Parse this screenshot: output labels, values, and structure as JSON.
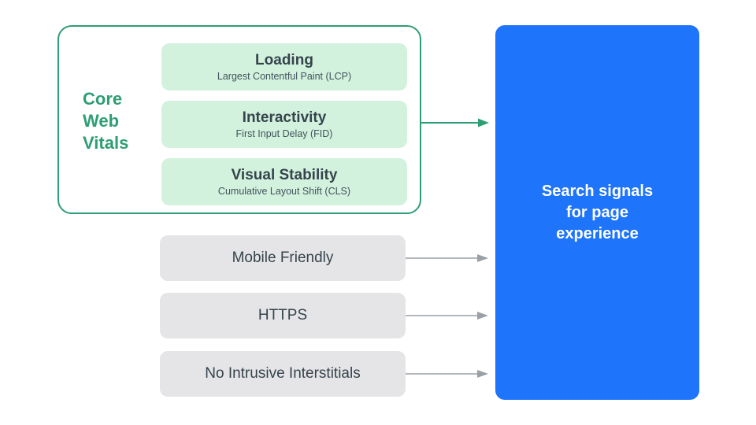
{
  "diagram": {
    "title": "Search signals for page experience",
    "colors": {
      "accent_green": "#2E9E74",
      "mint_fill": "#D3F2DE",
      "gray_fill": "#E5E5E7",
      "blue_fill": "#1E74FA",
      "arrow_gray": "#9AA0A6",
      "text_dark": "#35444C",
      "background": "#FFFFFF"
    },
    "core_web_vitals": {
      "group_label_lines": [
        "Core",
        "Web",
        "Vitals"
      ],
      "metrics": [
        {
          "title": "Loading",
          "subtitle": "Largest Contentful Paint (LCP)",
          "abbreviation": "LCP"
        },
        {
          "title": "Interactivity",
          "subtitle": "First Input Delay (FID)",
          "abbreviation": "FID"
        },
        {
          "title": "Visual Stability",
          "subtitle": "Cumulative Layout Shift (CLS)",
          "abbreviation": "CLS"
        }
      ]
    },
    "other_signals": [
      {
        "label": "Mobile Friendly"
      },
      {
        "label": "HTTPS"
      },
      {
        "label": "No Intrusive Interstitials"
      }
    ],
    "outcome": {
      "lines": [
        "Search signals",
        "for page",
        "experience"
      ]
    },
    "connectors": [
      {
        "name": "core-web-vitals-arrow",
        "color": "#2E9E74"
      },
      {
        "name": "mobile-friendly-arrow",
        "color": "#9AA0A6"
      },
      {
        "name": "https-arrow",
        "color": "#9AA0A6"
      },
      {
        "name": "no-intrusive-interstitials-arrow",
        "color": "#9AA0A6"
      }
    ]
  }
}
